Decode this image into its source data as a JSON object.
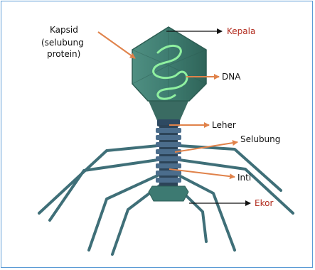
{
  "labels": {
    "kapsid_line1": "Kapsid",
    "kapsid_line2": "(selubung",
    "kapsid_line3": "protein)",
    "kepala": "Kepala",
    "dna": "DNA",
    "leher": "Leher",
    "selubung": "Selubung",
    "inti": "Inti",
    "ekor": "Ekor"
  },
  "colors": {
    "frame": "#5b9bd5",
    "capsid": "#3f7f73",
    "dna": "#8ff0a0",
    "tail": "#37516a",
    "pointer": "#e0824a",
    "red_label": "#b12a1c"
  }
}
